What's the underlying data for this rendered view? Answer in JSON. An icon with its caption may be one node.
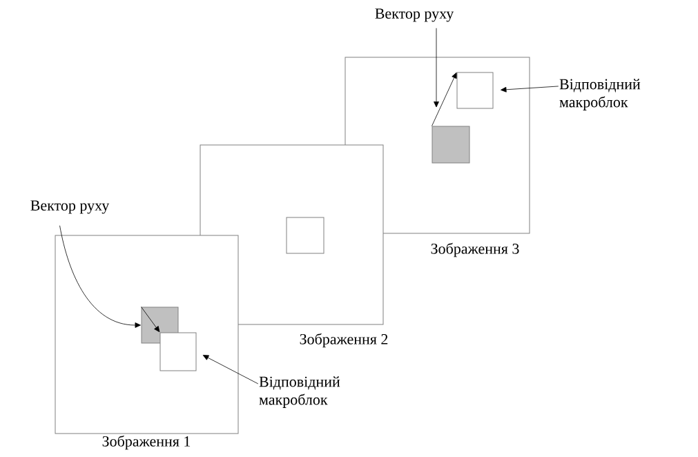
{
  "diagram": {
    "nodes": [
      {
        "text": [
          "Вектор руху"
        ]
      },
      {
        "text": [
          "Зображення 3"
        ]
      },
      {
        "text": [],
        "shape": "box",
        "in": 1
      },
      {
        "text": [],
        "shape": "box",
        "in": 1
      },
      {
        "text": [
          "Відповідний макроблок"
        ]
      },
      {
        "text": [
          "Зображення 2"
        ]
      },
      {
        "text": [],
        "shape": "box",
        "in": 5
      },
      {
        "text": [
          "Вектор руху"
        ]
      },
      {
        "text": [
          "Зображення 1"
        ]
      },
      {
        "text": [],
        "shape": "box",
        "in": 8
      },
      {
        "text": [],
        "shape": "box",
        "in": 8
      },
      {
        "text": [
          "Відповідний макроблок"
        ]
      }
    ],
    "edges": [
      {
        "from": 0,
        "to": null,
        "arrow": "to"
      },
      {
        "from": 3,
        "to": 2,
        "arrow": "to"
      },
      {
        "from": 4,
        "to": 2,
        "arrow": "to"
      },
      {
        "from": 7,
        "to": 9,
        "arrow": "to"
      },
      {
        "from": 9,
        "to": 10,
        "arrow": "to"
      },
      {
        "from": 11,
        "to": 10,
        "arrow": "to"
      }
    ]
  }
}
